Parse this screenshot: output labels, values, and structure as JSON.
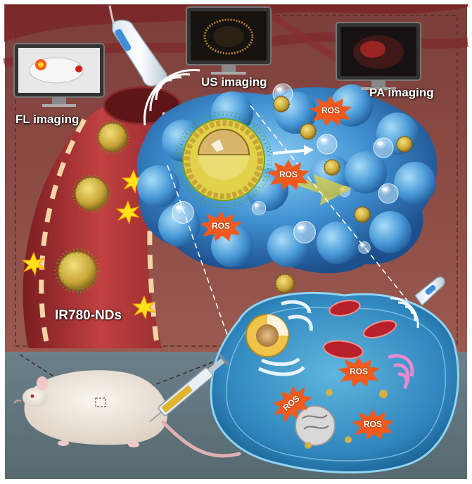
{
  "labels": {
    "fl_imaging": "FL imaging",
    "us_imaging": "US imaging",
    "pa_imaging": "PA imaging",
    "nanodroplet": "IR780-NDs",
    "ros": "ROS"
  },
  "colors": {
    "background_top": "#8a4a44",
    "background_bottom": "#5f7580",
    "vessel": "#b03535",
    "tumor": "#3f8fd0",
    "ros_burst": "#f05a1e",
    "nanodroplet_shell": "#c9b23a",
    "laser_flash": "#ffe21a"
  },
  "icons": [
    "monitor-icon",
    "ultrasound-probe-icon",
    "ultrasound-wave-icon",
    "syringe-icon",
    "laser-flash-icon",
    "bubble-icon",
    "mitochondria-icon",
    "nucleus-icon",
    "golgi-icon",
    "er-icon",
    "mouse-icon"
  ]
}
